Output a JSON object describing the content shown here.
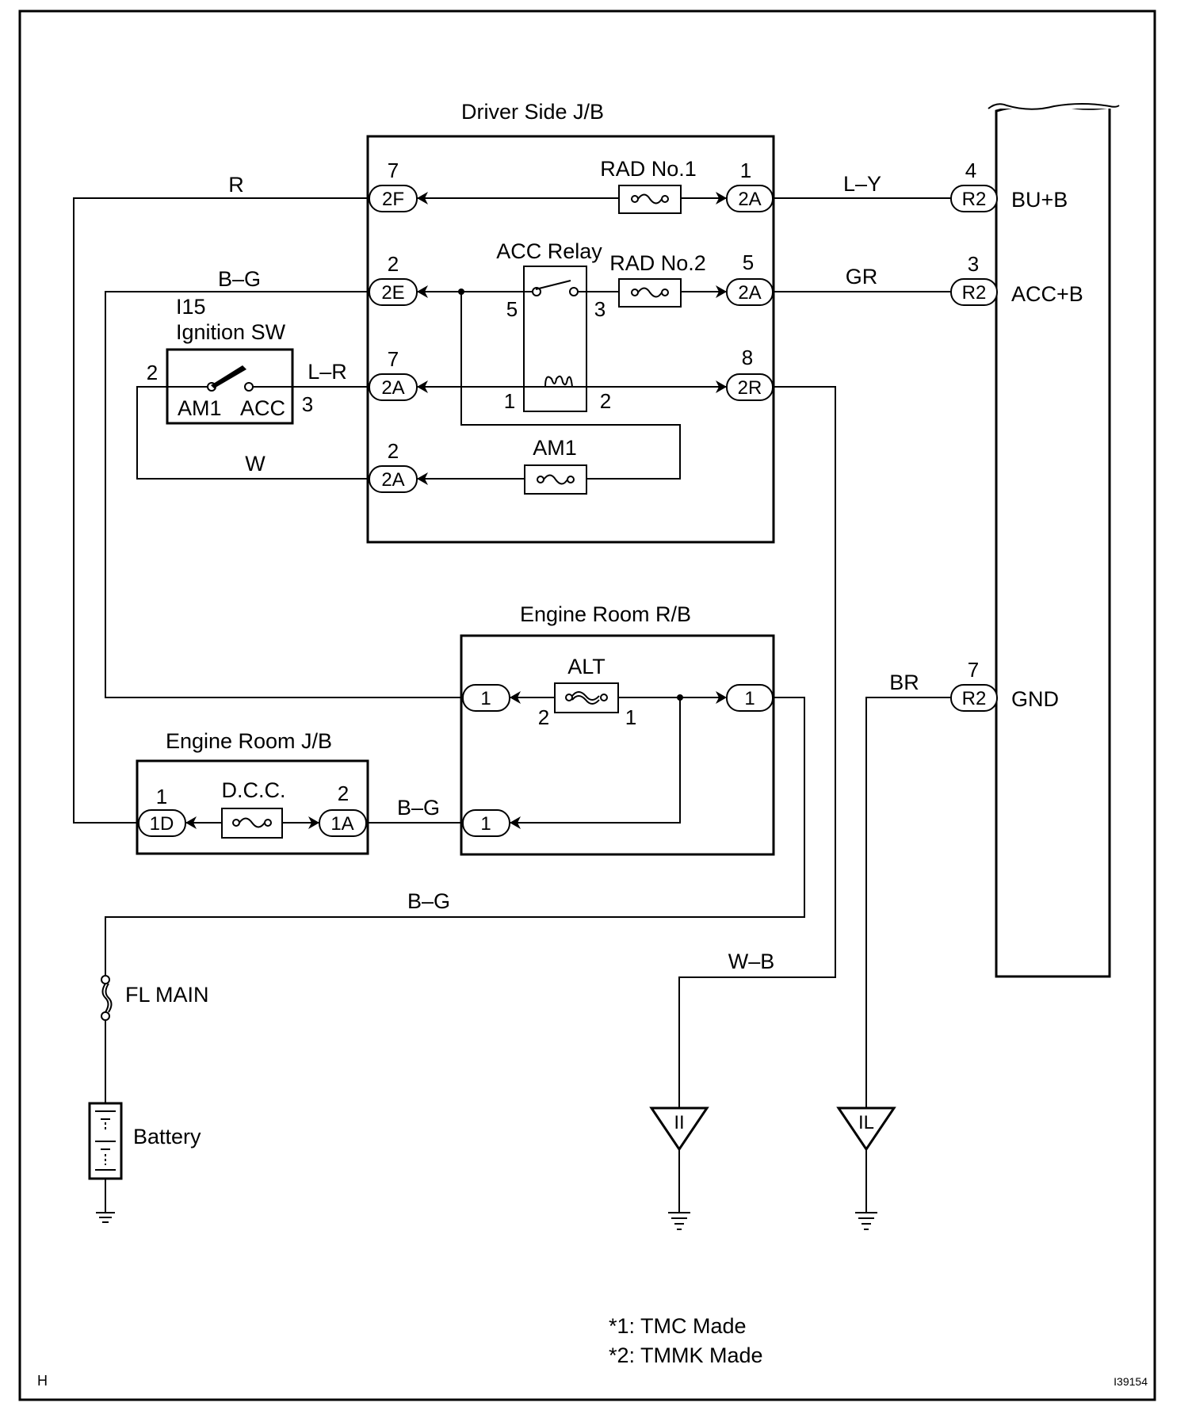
{
  "modules": {
    "driver_jb": "Driver Side J/B",
    "engine_rb": "Engine Room R/B",
    "engine_jb": "Engine Room J/B"
  },
  "components": {
    "rad1": "RAD No.1",
    "rad2": "RAD No.2",
    "acc_relay": "ACC Relay",
    "am1_fuse": "AM1",
    "alt": "ALT",
    "dcc": "D.C.C.",
    "fl_main": "FL MAIN",
    "battery": "Battery",
    "ign_code": "I15",
    "ign_name": "Ignition SW",
    "ign_am1": "AM1",
    "ign_acc": "ACC"
  },
  "wires": {
    "r": "R",
    "bg_top": "B–G",
    "lr": "L–R",
    "w": "W",
    "ly": "L–Y",
    "gr": "GR",
    "br": "BR",
    "bg_mid": "B–G",
    "bg_low": "B–G",
    "wb": "W–B"
  },
  "connectors": {
    "c2f": "2F",
    "c2e": "2E",
    "c2a_lr": "2A",
    "c2a_w": "2A",
    "c2a_rad1": "2A",
    "c2a_rad2": "2A",
    "c2r": "2R",
    "r2_bu": "R2",
    "r2_acc": "R2",
    "r2_gnd": "R2",
    "rb1_alt": "1",
    "rb1_out": "1",
    "rb1_low": "1",
    "c1d": "1D",
    "c1a": "1A"
  },
  "pins": {
    "p_2f": "7",
    "p_2e": "2",
    "p_2a_lr": "7",
    "p_2a_w": "2",
    "p_rad1": "1",
    "p_rad2": "5",
    "p_2r": "8",
    "p_bu": "4",
    "p_accb": "3",
    "p_gnd": "7",
    "relay5": "5",
    "relay3": "3",
    "relay1": "1",
    "relay2": "2",
    "ign2": "2",
    "ign3": "3",
    "alt2": "2",
    "alt1": "1",
    "dcc1": "1",
    "dcc2": "2"
  },
  "terminals": {
    "bu_b": "BU+B",
    "acc_b": "ACC+B",
    "gnd": "GND"
  },
  "grounds": {
    "ii": "II",
    "il": "IL"
  },
  "notes": {
    "n1": "*1: TMC Made",
    "n2": "*2: TMMK Made"
  },
  "corner": {
    "left": "H",
    "right": "I39154"
  }
}
